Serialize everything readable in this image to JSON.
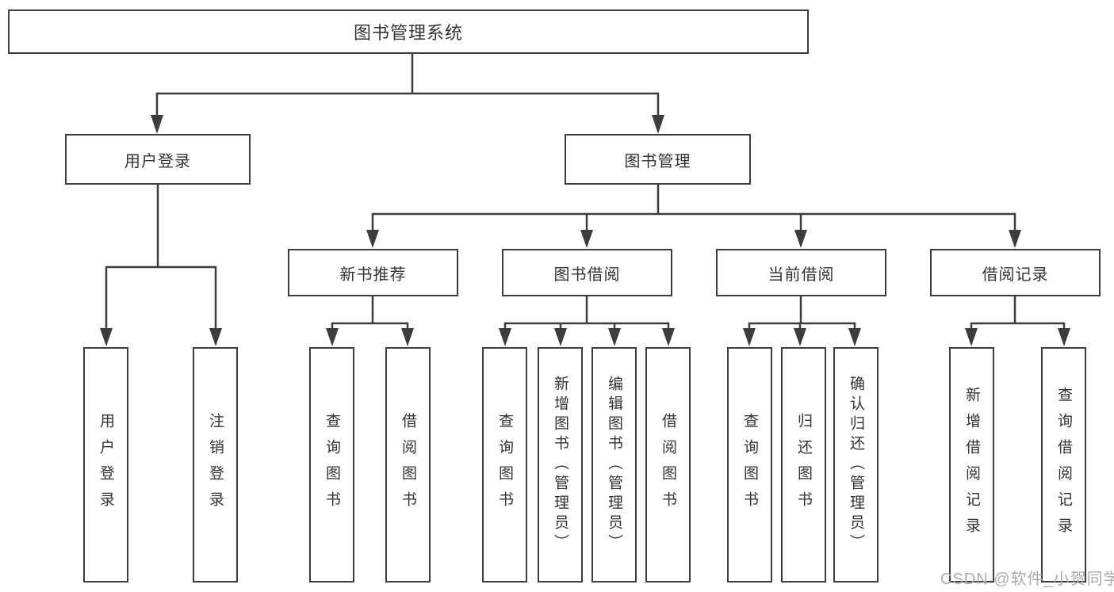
{
  "diagram": {
    "type": "hierarchy-tree",
    "title": "图书管理系统"
  },
  "tree": {
    "root": {
      "label": "图书管理系统"
    },
    "branches": [
      {
        "label": "用户登录",
        "children": [
          "用户登录",
          "注销登录"
        ]
      },
      {
        "label": "图书管理",
        "groups": [
          {
            "label": "新书推荐",
            "children": [
              "查询图书",
              "借阅图书"
            ]
          },
          {
            "label": "图书借阅",
            "children": [
              "查询图书",
              "新增图书（管理员）",
              "编辑图书（管理员）",
              "借阅图书"
            ]
          },
          {
            "label": "当前借阅",
            "children": [
              "查询图书",
              "归还图书",
              "确认归还（管理员）"
            ]
          },
          {
            "label": "借阅记录",
            "children": [
              "新增借阅记录",
              "查询借阅记录"
            ]
          }
        ]
      }
    ]
  },
  "watermark": "CSDN @软件_小贺同学",
  "colors": {
    "line": "#3d3d3d",
    "box_border": "#3d3d3d",
    "text": "#333333",
    "background": "#ffffff",
    "watermark": "#ababab"
  }
}
